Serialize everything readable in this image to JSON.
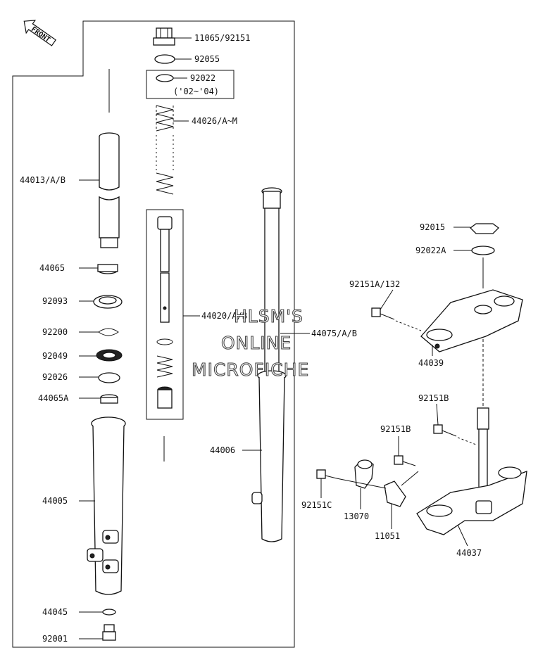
{
  "front_label": "FRONT",
  "labels": {
    "cap_bolt": "11065/92151",
    "o_ring": "92055",
    "collar": "92022",
    "year_range": "('02~'04)",
    "fork_spring": "44026/A~M",
    "inner_tube": "44013/A/B",
    "bush": "44065",
    "dust_seal": "92093",
    "retaining_ring": "92200",
    "oil_seal": "92049",
    "washer": "92026",
    "guide_bush": "44065A",
    "outer_tube": "44005",
    "drain_washer": "44045",
    "drain_bolt": "92001",
    "damper_rod": "44020/A/B",
    "fork_assembly_ab": "44075/A/B",
    "fork_assembly": "44006",
    "stem_nut": "92015",
    "stem_washer": "92022A",
    "upper_bolt": "92151A/132",
    "upper_bracket": "44039",
    "lower_bolt": "92151B",
    "bracket_bolt": "92151B",
    "side_bolt": "92151C",
    "hose_clamp": "13070",
    "bracket_plate": "11051",
    "lower_bracket": "44037"
  },
  "watermark": {
    "line1": "HLSM'S",
    "line2": "ONLINE",
    "line3": "MICROFICHE"
  }
}
